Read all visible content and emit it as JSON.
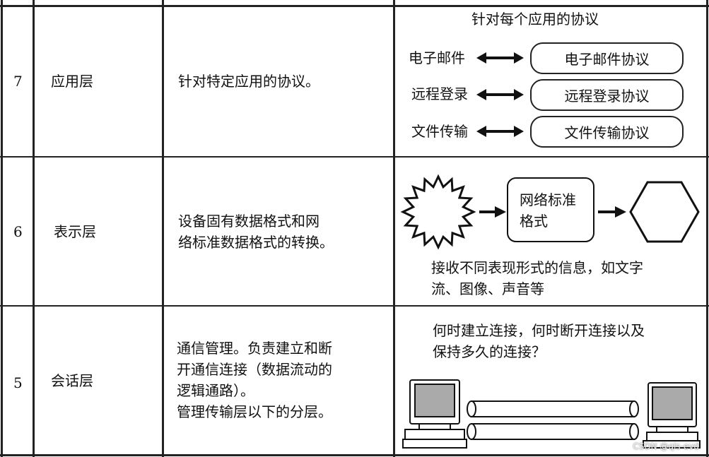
{
  "rows": [
    {
      "number": "7",
      "layer": "应用层",
      "description": "针对特定应用的协议。",
      "diagram": {
        "title": "针对每个应用的协议",
        "items": [
          {
            "app": "电子邮件",
            "protocol": "电子邮件协议"
          },
          {
            "app": "远程登录",
            "protocol": "远程登录协议"
          },
          {
            "app": "文件传输",
            "protocol": "文件传输协议"
          }
        ]
      }
    },
    {
      "number": "6",
      "layer": "表示层",
      "description": "设备固有数据格式和网\n络标准数据格式的转换。",
      "diagram": {
        "box_label": "网络标准\n格式",
        "caption": "接收不同表现形式的信息，如文字\n流、图像、声音等"
      }
    },
    {
      "number": "5",
      "layer": "会话层",
      "description": "通信管理。负责建立和断\n开通信连接（数据流动的\n逻辑通路）。\n管理传输层以下的分层。",
      "diagram": {
        "caption": "何时建立连接，何时断开连接以及\n保持多久的连接？"
      }
    }
  ],
  "watermark": "CSDN @qls-evd"
}
